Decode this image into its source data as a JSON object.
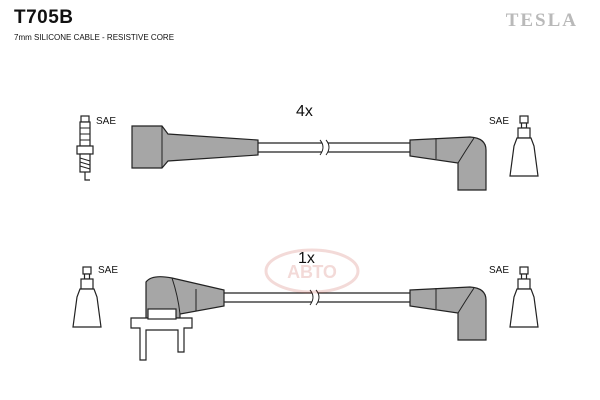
{
  "header": {
    "part_code": "T705B",
    "cable_spec": "7mm SILICONE CABLE - RESISTIVE CORE",
    "brand": "TESLA"
  },
  "top_lead": {
    "quantity": "4x",
    "left_terminal": "SAE",
    "right_terminal": "SAE"
  },
  "bottom_lead": {
    "quantity": "1x",
    "left_terminal": "SAE",
    "right_terminal": "SAE"
  },
  "watermark": {
    "text": "АВТО",
    "color": "#c0392b"
  },
  "colors": {
    "boot_fill": "#a6a6a6",
    "outline": "#222222",
    "logo": "#b9b9b9"
  }
}
